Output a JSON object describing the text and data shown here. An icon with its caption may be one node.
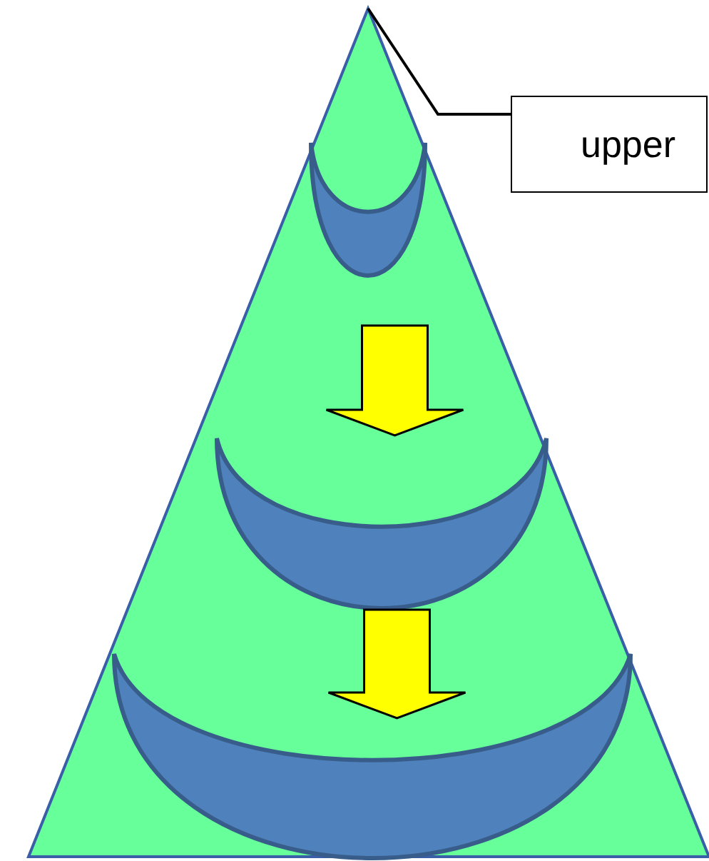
{
  "diagram": {
    "nodes": [
      {
        "text": [],
        "shape": "triangle"
      },
      {
        "text": [
          "upper"
        ]
      },
      {
        "text": [],
        "shape": "crescent",
        "in": 0
      },
      {
        "text": [],
        "shape": "crescent",
        "in": 0
      },
      {
        "text": [],
        "shape": "crescent",
        "in": 0
      }
    ],
    "edges": [
      {
        "from": 1,
        "to": 0,
        "arrow": "none"
      },
      {
        "from": 2,
        "to": 3,
        "arrow": "to",
        "style": "thick",
        "color": "#ffff00"
      },
      {
        "from": 3,
        "to": 4,
        "arrow": "to",
        "style": "thick",
        "color": "#ffff00"
      }
    ]
  }
}
